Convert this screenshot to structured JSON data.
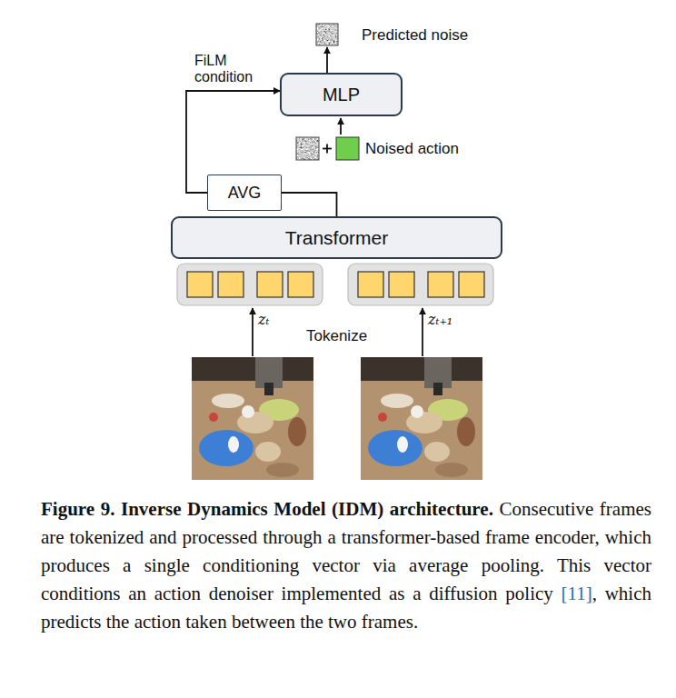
{
  "diagram": {
    "caption": "Figure 9. Inverse Dynamics Model (IDM) architecture. Consecutive frames are tokenized and processed through a transformer-based frame encoder, which produces a single conditioning vector via average pooling. This vector conditions an action denoiser implemented as a diffusion policy [11], which predicts the action taken between the two frames.",
    "nodes": [
      {
        "text": [
          "MLP"
        ]
      },
      {
        "text": [
          "AVG"
        ]
      },
      {
        "text": [
          "Transformer"
        ]
      }
    ],
    "edges": [
      {
        "from": 2,
        "to": 1,
        "arrow": "none"
      },
      {
        "from": 1,
        "to": 0,
        "label": "FiLM condition",
        "arrow": "to"
      }
    ],
    "labels": [
      "Predicted noise",
      "Noised action",
      "zₜ",
      "zₜ₊₁",
      "Tokenize"
    ]
  }
}
